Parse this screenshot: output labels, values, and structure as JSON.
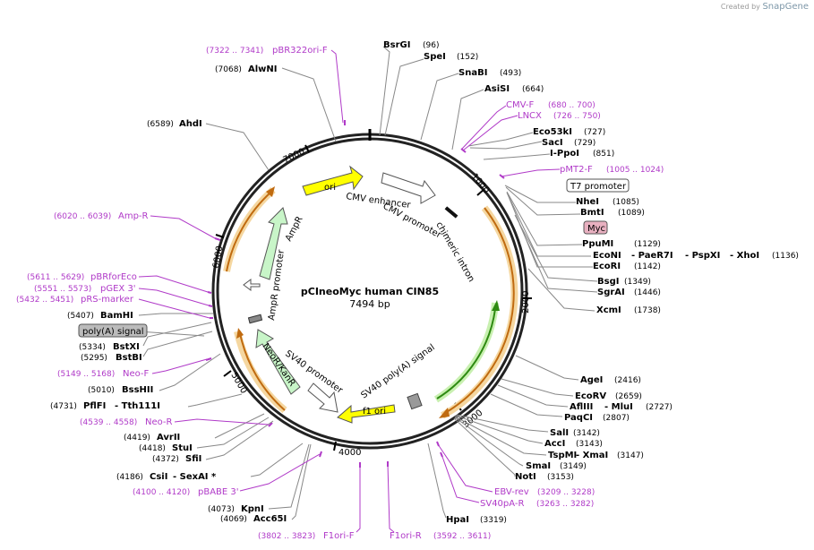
{
  "watermark": {
    "prefix": "Created by",
    "brand": "SnapGene"
  },
  "plasmid": {
    "name": "pCIneoMyc human CIN85",
    "length": "7494 bp"
  },
  "ticks": [
    "1000",
    "2000",
    "3000",
    "4000",
    "5000",
    "6000",
    "7000"
  ],
  "colors": {
    "ori": "#ffff00",
    "amp": "#c8f5c8",
    "primer": "#b03ac8",
    "orf_orange": "#f0a030",
    "orf_green": "#44aa22",
    "myc": "#e8b0c0",
    "polya": "#aaaaaa"
  },
  "sites": [
    {
      "name": "BsrGI",
      "pos": "(96)"
    },
    {
      "name": "SpeI",
      "pos": "(152)"
    },
    {
      "name": "SnaBI",
      "pos": "(493)"
    },
    {
      "name": "AsiSI",
      "pos": "(664)"
    },
    {
      "name": "Eco53kI",
      "pos": "(727)"
    },
    {
      "name": "SacI",
      "pos": "(729)"
    },
    {
      "name": "I-PpoI",
      "pos": "(851)"
    },
    {
      "name": "NheI",
      "pos": "(1085)"
    },
    {
      "name": "BmtI",
      "pos": "(1089)"
    },
    {
      "name": "PpuMI",
      "pos": "(1129)"
    },
    {
      "name": "EcoNI",
      "pos": ""
    },
    {
      "name": "- PaeR7I",
      "pos": ""
    },
    {
      "name": "- PspXI",
      "pos": ""
    },
    {
      "name": "- XhoI",
      "pos": "(1136)"
    },
    {
      "name": "EcoRI",
      "pos": "(1142)"
    },
    {
      "name": "BsgI",
      "pos": "(1349)"
    },
    {
      "name": "SgrAI",
      "pos": "(1446)"
    },
    {
      "name": "XcmI",
      "pos": "(1738)"
    },
    {
      "name": "AgeI",
      "pos": "(2416)"
    },
    {
      "name": "EcoRV",
      "pos": "(2659)"
    },
    {
      "name": "AflIII",
      "pos": ""
    },
    {
      "name": "- MluI",
      "pos": "(2727)"
    },
    {
      "name": "PaqCI",
      "pos": "(2807)"
    },
    {
      "name": "SalI",
      "pos": "(3142)"
    },
    {
      "name": "AccI",
      "pos": "(3143)"
    },
    {
      "name": "TspMI",
      "pos": ""
    },
    {
      "name": "- XmaI",
      "pos": "(3147)"
    },
    {
      "name": "SmaI",
      "pos": "(3149)"
    },
    {
      "name": "NotI",
      "pos": "(3153)"
    },
    {
      "name": "HpaI",
      "pos": "(3319)"
    },
    {
      "name": "AlwNI",
      "pos": "(7068)"
    },
    {
      "name": "AhdI",
      "pos": "(6589)"
    },
    {
      "name": "BamHI",
      "pos": "(5407)"
    },
    {
      "name": "BstXI",
      "pos": "(5334)"
    },
    {
      "name": "BstBI",
      "pos": "(5295)"
    },
    {
      "name": "BssHII",
      "pos": "(5010)"
    },
    {
      "name": "PflFI",
      "pos": "(4731)"
    },
    {
      "name": "- Tth111I",
      "pos": ""
    },
    {
      "name": "AvrII",
      "pos": "(4419)"
    },
    {
      "name": "StuI",
      "pos": "(4418)"
    },
    {
      "name": "SfiI",
      "pos": "(4372)"
    },
    {
      "name": "CsiI",
      "pos": "(4186)"
    },
    {
      "name": "- SexAI *",
      "pos": ""
    },
    {
      "name": "KpnI",
      "pos": "(4073)"
    },
    {
      "name": "Acc65I",
      "pos": "(4069)"
    }
  ],
  "primers": [
    {
      "name": "pBR322ori-F",
      "pos": "(7322 .. 7341)"
    },
    {
      "name": "CMV-F",
      "pos": "(680 .. 700)"
    },
    {
      "name": "LNCX",
      "pos": "(726 .. 750)"
    },
    {
      "name": "pMT2-F",
      "pos": "(1005 .. 1024)"
    },
    {
      "name": "Amp-R",
      "pos": "(6020 .. 6039)"
    },
    {
      "name": "pBRforEco",
      "pos": "(5611 .. 5629)"
    },
    {
      "name": "pGEX 3'",
      "pos": "(5551 .. 5573)"
    },
    {
      "name": "pRS-marker",
      "pos": "(5432 .. 5451)"
    },
    {
      "name": "Neo-F",
      "pos": "(5149 .. 5168)"
    },
    {
      "name": "Neo-R",
      "pos": "(4539 .. 4558)"
    },
    {
      "name": "pBABE 3'",
      "pos": "(4100 .. 4120)"
    },
    {
      "name": "F1ori-F",
      "pos": "(3802 .. 3823)"
    },
    {
      "name": "F1ori-R",
      "pos": "(3592 .. 3611)"
    },
    {
      "name": "EBV-rev",
      "pos": "(3209 .. 3228)"
    },
    {
      "name": "SV40pA-R",
      "pos": "(3263 .. 3282)"
    }
  ],
  "features": {
    "t7": "T7 promoter",
    "myc": "Myc",
    "polyA_left": "poly(A) signal",
    "ori": "ori",
    "f1ori": "f1 ori",
    "ampr": "AmpR",
    "ampr_promoter": "AmpR promoter",
    "neor": "NeoR/KanR",
    "sv40_promoter": "SV40 promoter",
    "sv40_polya": "SV40 poly(A) signal",
    "cmv_enhancer": "CMV enhancer",
    "cmv_promoter": "CMV promoter",
    "chimeric_intron": "chimeric intron"
  }
}
